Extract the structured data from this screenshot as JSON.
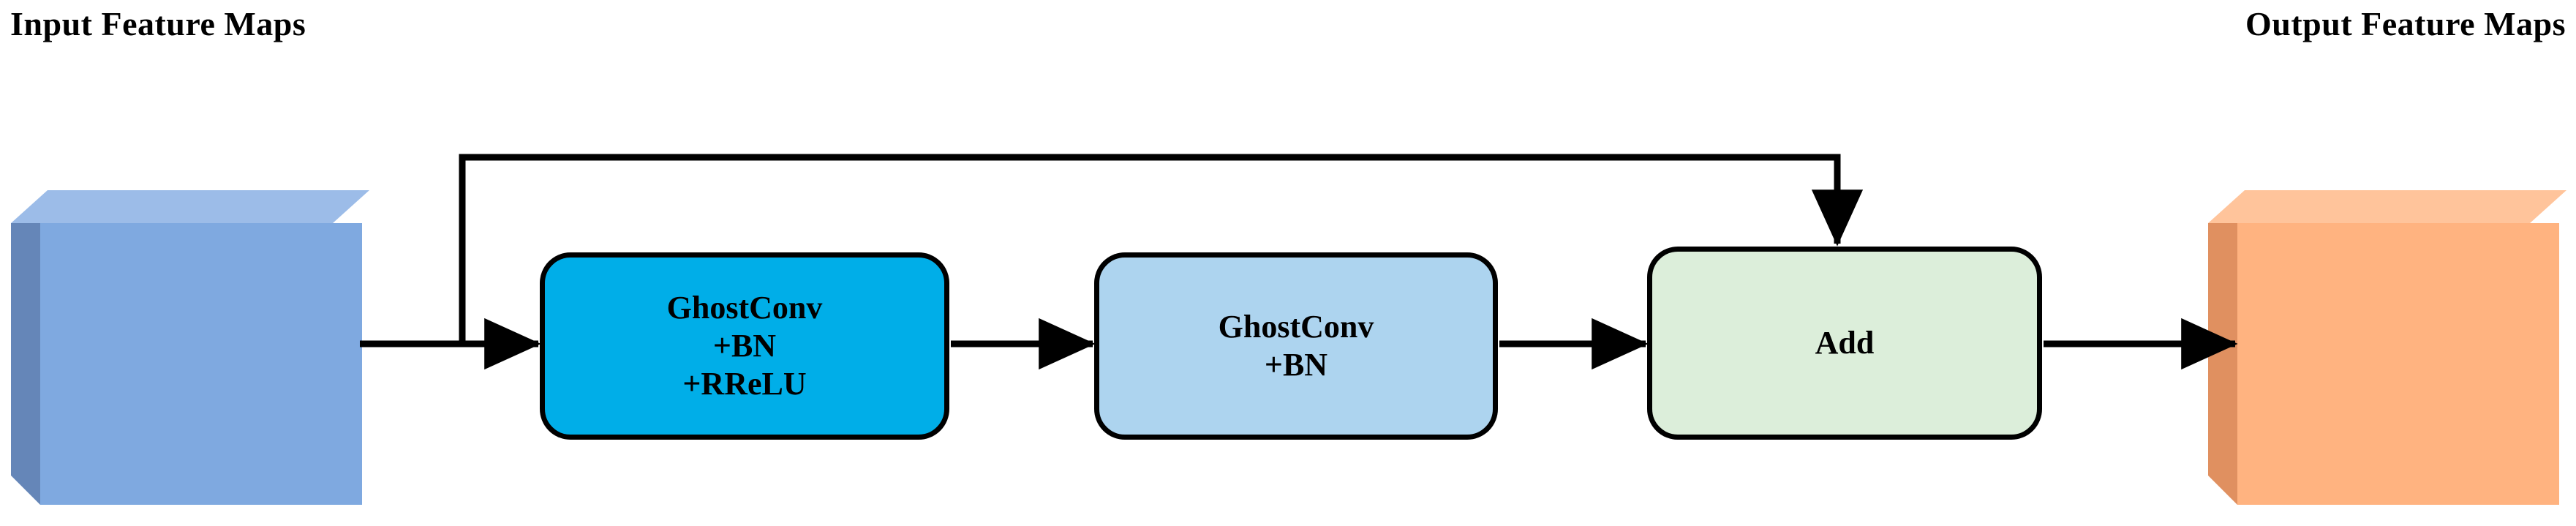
{
  "diagram": {
    "title_left": "Input Feature Maps",
    "title_right": "Output Feature Maps",
    "colors": {
      "block1_fill": "#00AEE8",
      "block2_fill": "#ADD4EF",
      "block3_fill": "#DCEEDA",
      "input_cuboid_front": "#7FA9E0",
      "input_cuboid_side": "#6A8CC0",
      "input_cuboid_top": "#9CBCE8",
      "output_cuboid_front": "#FFB380",
      "output_cuboid_side": "#E09060",
      "output_cuboid_top": "#FFC49B",
      "stroke": "#000000"
    },
    "blocks": [
      {
        "id": "ghostconv-bn-rrelu",
        "label": "GhostConv\n+BN\n+RReLU"
      },
      {
        "id": "ghostconv-bn",
        "label": "GhostConv\n+BN"
      },
      {
        "id": "add",
        "label": "Add"
      }
    ],
    "nodes": [
      {
        "id": "input-feature-maps",
        "label": "Input Feature Maps"
      },
      {
        "id": "output-feature-maps",
        "label": "Output Feature Maps"
      }
    ],
    "edges": [
      {
        "from": "input-feature-maps",
        "to": "ghostconv-bn-rrelu",
        "type": "arrow"
      },
      {
        "from": "ghostconv-bn-rrelu",
        "to": "ghostconv-bn",
        "type": "arrow"
      },
      {
        "from": "ghostconv-bn",
        "to": "add",
        "type": "arrow"
      },
      {
        "from": "input-feature-maps",
        "to": "add",
        "type": "skip-connection"
      },
      {
        "from": "add",
        "to": "output-feature-maps",
        "type": "arrow"
      }
    ]
  }
}
